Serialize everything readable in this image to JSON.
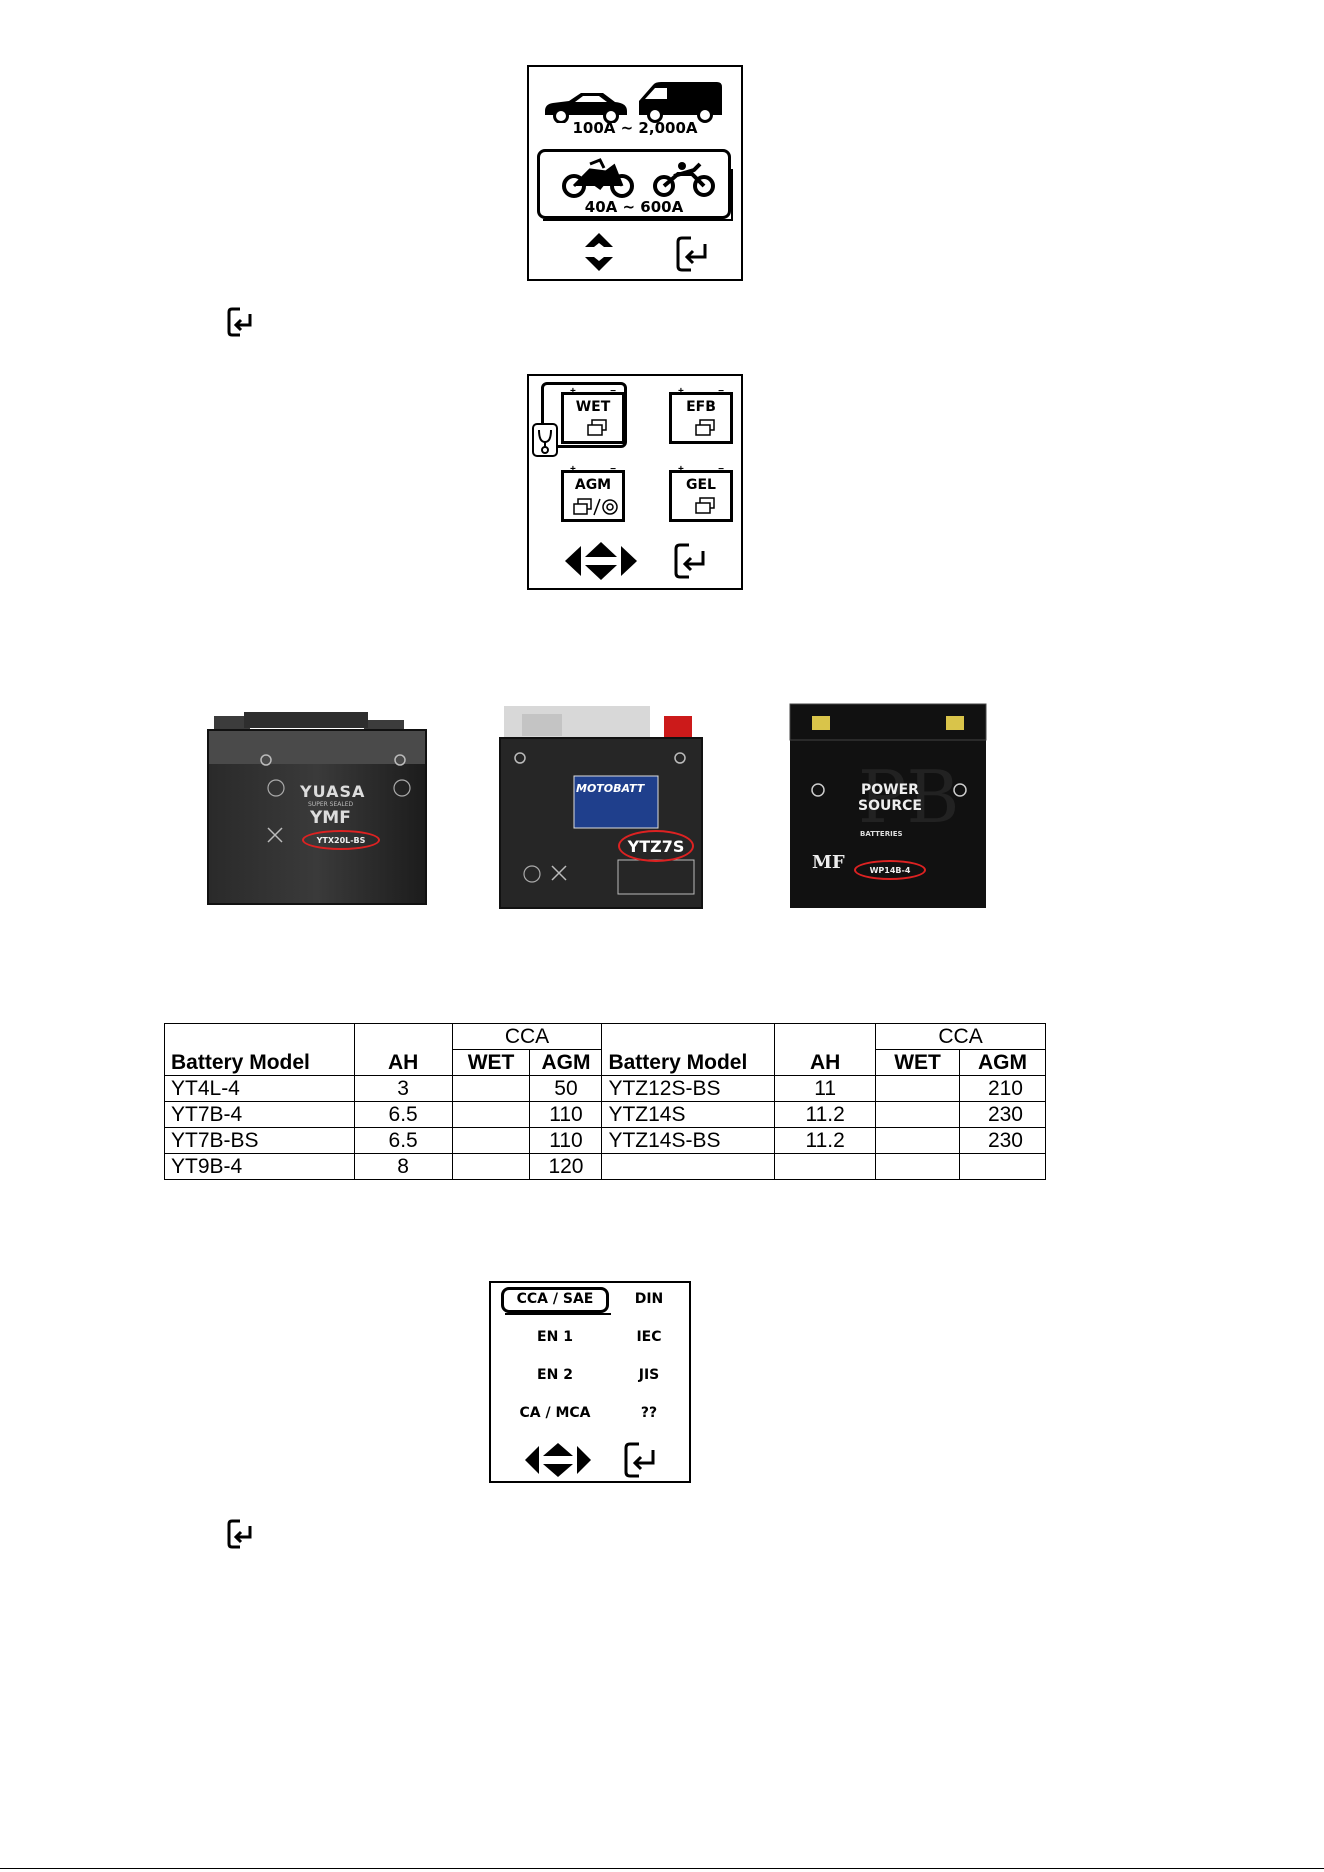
{
  "panel1": {
    "car_range": "100A ~ 2,000A",
    "moto_range": "40A ~ 600A",
    "icons": [
      "car-icon",
      "van-icon",
      "motorcycle-icon",
      "dirt-bike-icon",
      "up-down-arrows-icon",
      "enter-icon"
    ]
  },
  "panel2": {
    "types": [
      "WET",
      "EFB",
      "AGM",
      "GEL"
    ],
    "icons": [
      "battery-icon",
      "stethoscope-icon",
      "four-way-arrows-icon",
      "enter-icon"
    ]
  },
  "photos": [
    {
      "brand": "YUASA",
      "subtitle": "SUPER SEALED",
      "badge": "YMF",
      "model": "YTX20L-BS"
    },
    {
      "brand": "MOTOBATT",
      "subtitle": "",
      "badge": "",
      "model": "YTZ7S"
    },
    {
      "brand": "POWER SOURCE",
      "subtitle": "BATTERIES",
      "badge": "MF",
      "model": "WP14B-4"
    }
  ],
  "table": {
    "cca_header": "CCA",
    "col_model": "Battery Model",
    "col_ah": "AH",
    "col_wet": "WET",
    "col_agm": "AGM",
    "left_rows": [
      {
        "model": "YT4L-4",
        "ah": "3",
        "wet": "",
        "agm": "50"
      },
      {
        "model": "YT7B-4",
        "ah": "6.5",
        "wet": "",
        "agm": "110"
      },
      {
        "model": "YT7B-BS",
        "ah": "6.5",
        "wet": "",
        "agm": "110"
      },
      {
        "model": "YT9B-4",
        "ah": "8",
        "wet": "",
        "agm": "120"
      }
    ],
    "right_rows": [
      {
        "model": "YTZ12S-BS",
        "ah": "11",
        "wet": "",
        "agm": "210"
      },
      {
        "model": "YTZ14S",
        "ah": "11.2",
        "wet": "",
        "agm": "230"
      },
      {
        "model": "YTZ14S-BS",
        "ah": "11.2",
        "wet": "",
        "agm": "230"
      },
      {
        "model": "",
        "ah": "",
        "wet": "",
        "agm": ""
      }
    ]
  },
  "panel3": {
    "items": [
      "CCA / SAE",
      "DIN",
      "EN 1",
      "IEC",
      "EN 2",
      "JIS",
      "CA / MCA",
      "??"
    ]
  }
}
